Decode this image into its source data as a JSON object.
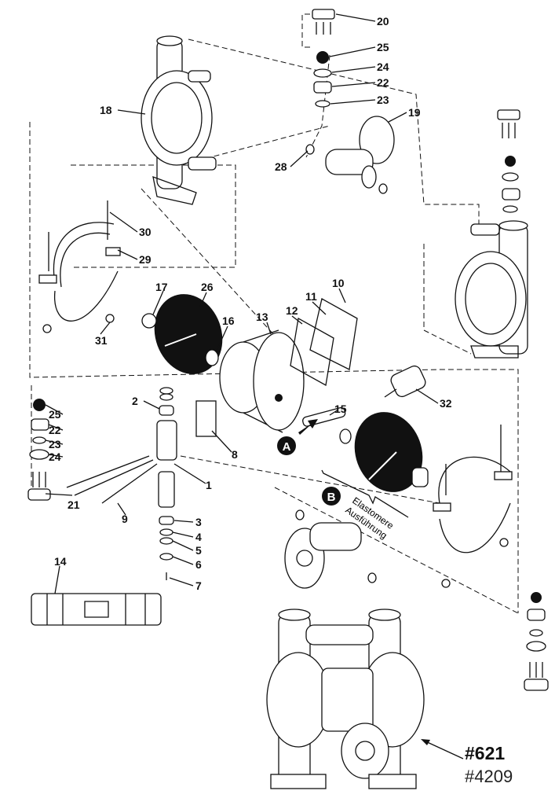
{
  "diagram": {
    "callouts": [
      "20",
      "25",
      "24",
      "22",
      "23",
      "18",
      "19",
      "28",
      "30",
      "29",
      "10",
      "11",
      "12",
      "13",
      "17",
      "26",
      "16",
      "31",
      "32",
      "2",
      "25",
      "22",
      "23",
      "24",
      "15",
      "8",
      "1",
      "9",
      "21",
      "3",
      "4",
      "5",
      "6",
      "7",
      "14"
    ],
    "markers": {
      "a": "A",
      "b": "B"
    },
    "variant_label_line1": "Elastomere",
    "variant_label_line2": "Ausführung",
    "model_number": "#621",
    "reference_number": "#4209"
  }
}
